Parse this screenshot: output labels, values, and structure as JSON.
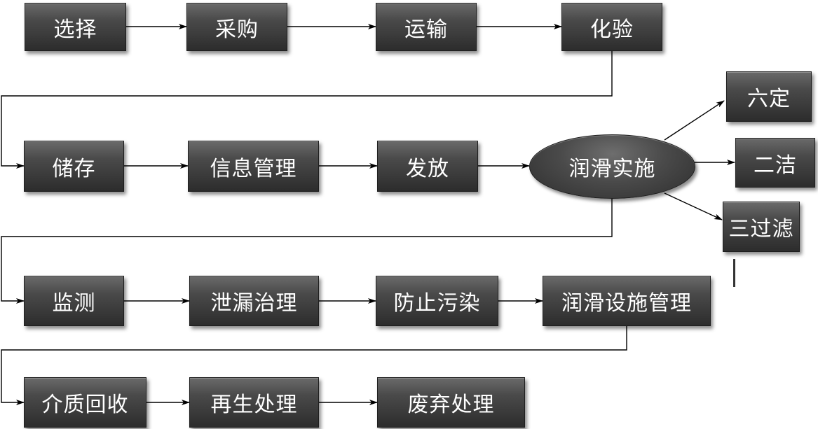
{
  "nodes": {
    "select": "选择",
    "purchase": "采购",
    "transport": "运输",
    "assay": "化验",
    "storage": "储存",
    "info_mgmt": "信息管理",
    "distribute": "发放",
    "lube_impl": "润滑实施",
    "six_fixed": "六定",
    "two_clean": "二洁",
    "three_filter": "三过滤",
    "monitor": "监测",
    "leak_ctrl": "泄漏治理",
    "pollution_prev": "防止污染",
    "lube_facility_mgmt": "润滑设施管理",
    "medium_recovery": "介质回收",
    "regen": "再生处理",
    "disposal": "废弃处理"
  },
  "colors": {
    "box_fill": "#3a3a3a",
    "text": "#ffffff",
    "line": "#000000"
  }
}
